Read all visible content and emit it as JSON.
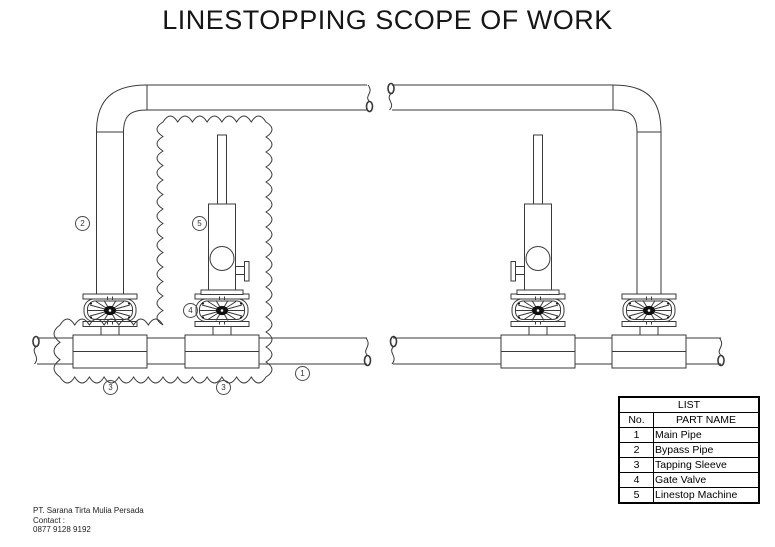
{
  "title": "LINESTOPPING SCOPE OF WORK",
  "parts_table": {
    "title": "LIST",
    "columns": [
      "No.",
      "PART NAME"
    ],
    "rows": [
      {
        "no": "1",
        "name": "Main Pipe"
      },
      {
        "no": "2",
        "name": "Bypass Pipe"
      },
      {
        "no": "3",
        "name": "Tapping Sleeve"
      },
      {
        "no": "4",
        "name": "Gate Valve"
      },
      {
        "no": "5",
        "name": "Linestop Machine"
      }
    ]
  },
  "diagram": {
    "line_color": "#3a3a3a",
    "callouts": {
      "main_pipe": "1",
      "bypass_pipe": "2",
      "tapping_sleeve_left": "3",
      "tapping_sleeve_right": "3",
      "gate_valve": "4",
      "linestop_machine": "5"
    }
  },
  "footer": {
    "company": "PT. Sarana Tirta Mulia Persada",
    "contact_label": "Contact :",
    "phone": "0877 9128 9192"
  }
}
